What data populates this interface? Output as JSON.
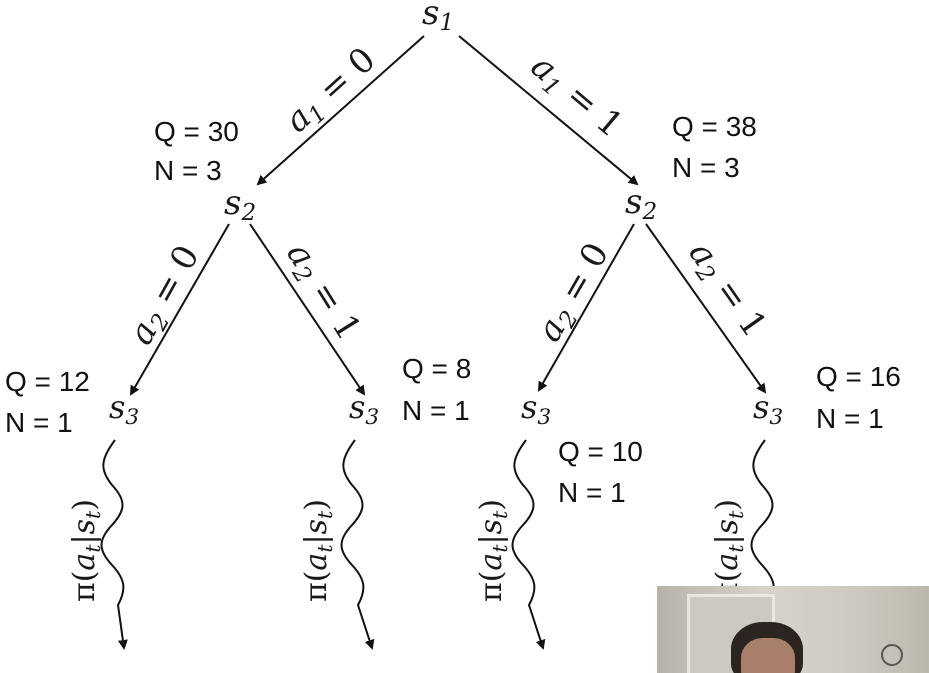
{
  "nodes": {
    "root": {
      "label": "s",
      "sub": "1"
    },
    "left": {
      "label": "s",
      "sub": "2",
      "q": "Q = 30",
      "n": "N = 3"
    },
    "right": {
      "label": "s",
      "sub": "2",
      "q": "Q = 38",
      "n": "N = 3"
    },
    "ll": {
      "label": "s",
      "sub": "3",
      "q": "Q = 12",
      "n": "N = 1"
    },
    "lr": {
      "label": "s",
      "sub": "3",
      "q": "Q = 8",
      "n": "N = 1"
    },
    "rl": {
      "label": "s",
      "sub": "3",
      "q": "Q = 10",
      "n": "N = 1"
    },
    "rr": {
      "label": "s",
      "sub": "3",
      "q": "Q = 16",
      "n": "N = 1"
    }
  },
  "edges": {
    "a1_0": {
      "var": "a",
      "sub": "1",
      "rhs": " = 0"
    },
    "a1_1": {
      "var": "a",
      "sub": "1",
      "rhs": " = 1"
    },
    "a2_0_left": {
      "var": "a",
      "sub": "2",
      "rhs": " = 0"
    },
    "a2_1_left": {
      "var": "a",
      "sub": "2",
      "rhs": " = 1"
    },
    "a2_0_right": {
      "var": "a",
      "sub": "2",
      "rhs": " = 0"
    },
    "a2_1_right": {
      "var": "a",
      "sub": "2",
      "rhs": " = 1"
    }
  },
  "rollout": {
    "pi": "π",
    "open": "(",
    "a": "a",
    "a_sub": "t",
    "bar": "|",
    "s": "s",
    "s_sub": "t",
    "close": ")"
  }
}
